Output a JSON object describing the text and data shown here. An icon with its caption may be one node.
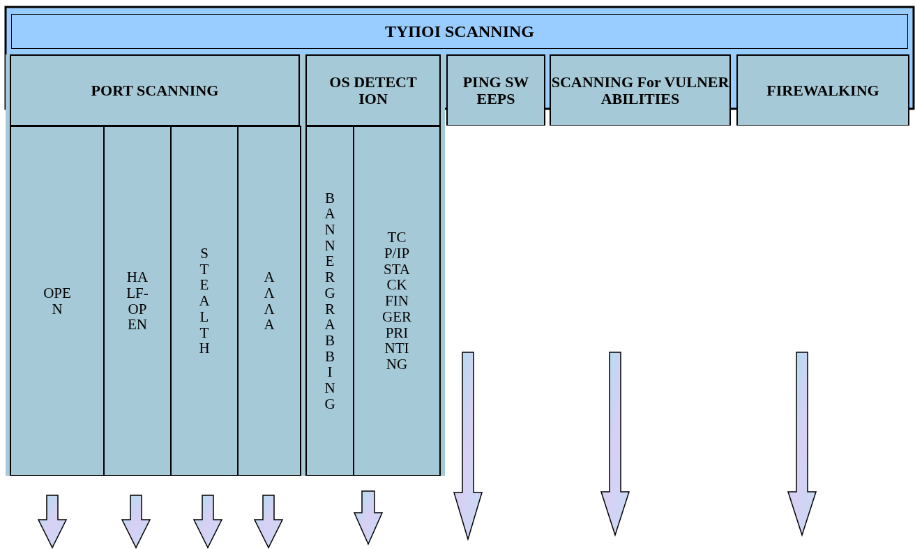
{
  "diagram": {
    "title": "ΤΥΠΟΙ SCANNING",
    "nodes": [
      {
        "text": [
          "PORT SCANNING"
        ]
      },
      {
        "text": [
          "OS DETECTION"
        ]
      },
      {
        "text": [
          "PING SWEEPS"
        ]
      },
      {
        "text": [
          "SCANNING For VULNERABILITIES"
        ]
      },
      {
        "text": [
          "FIREWALKING"
        ]
      },
      {
        "text": [
          "OPEN"
        ]
      },
      {
        "text": [
          "HALF-OPEN"
        ]
      },
      {
        "text": [
          "STEALTH"
        ]
      },
      {
        "text": [
          "ΑΛΛΑ"
        ]
      },
      {
        "text": [
          "BANNER GRABBING"
        ]
      },
      {
        "text": [
          "TCP/IP STACK FINGERPRINTING"
        ]
      }
    ]
  }
}
